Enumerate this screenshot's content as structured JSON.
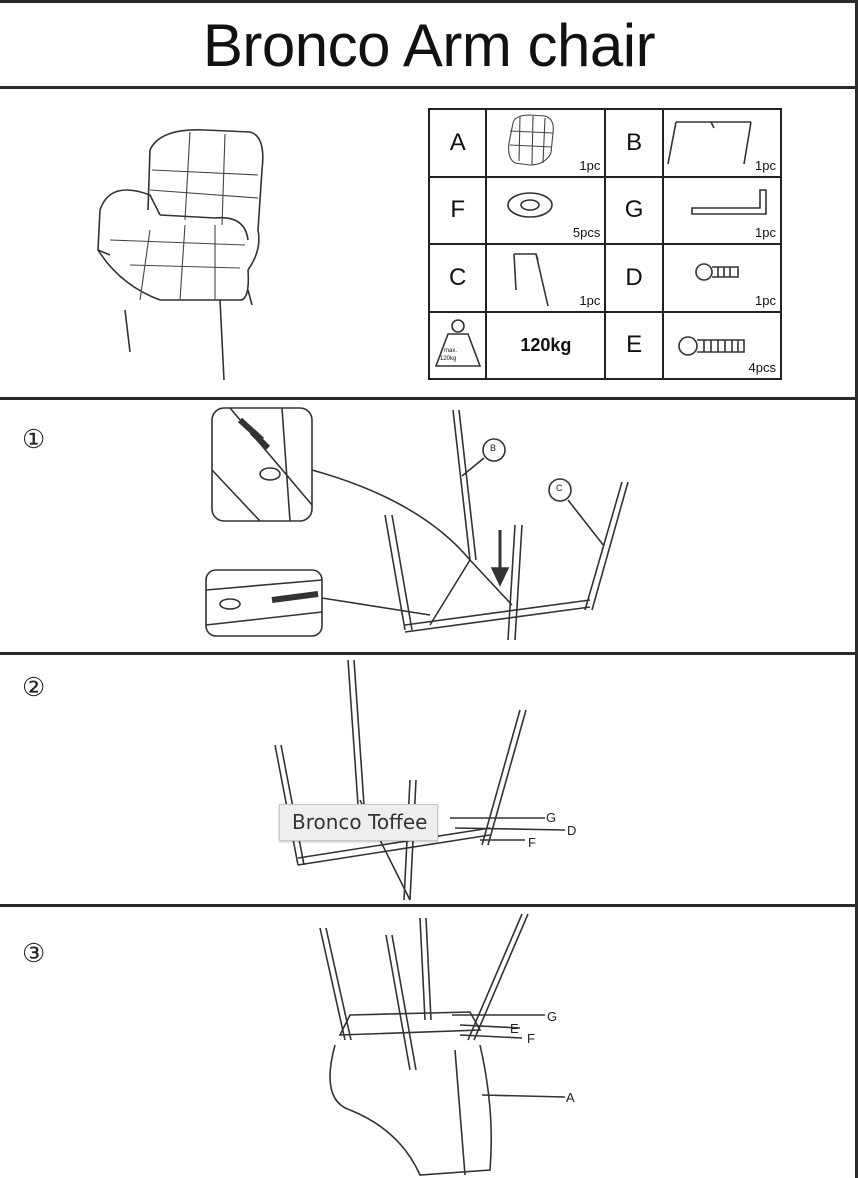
{
  "title": "Bronco Arm chair",
  "parts": {
    "rows": [
      [
        {
          "letter": "A",
          "qty": "1pc",
          "icon": "seat-icon"
        },
        {
          "letter": "B",
          "qty": "1pc",
          "icon": "leg-frame-b-icon"
        }
      ],
      [
        {
          "letter": "F",
          "qty": "5pcs",
          "icon": "washer-icon"
        },
        {
          "letter": "G",
          "qty": "1pc",
          "icon": "allen-key-icon"
        }
      ],
      [
        {
          "letter": "C",
          "qty": "1pc",
          "icon": "leg-frame-c-icon"
        },
        {
          "letter": "D",
          "qty": "1pc",
          "icon": "short-bolt-icon"
        }
      ],
      [
        {
          "letter": "",
          "qty": "",
          "icon": "max-weight-icon"
        },
        {
          "letter": "E",
          "qty": "4pcs",
          "icon": "long-bolt-icon"
        }
      ]
    ],
    "max_weight": "120kg",
    "weight_icon_text": [
      "max.",
      "120kg"
    ]
  },
  "steps": [
    {
      "number": "①",
      "labels": [
        "B",
        "C"
      ]
    },
    {
      "number": "②",
      "labels": [
        "G",
        "D",
        "F"
      ]
    },
    {
      "number": "③",
      "labels": [
        "G",
        "E",
        "F",
        "A"
      ]
    }
  ],
  "tooltip": "Bronco Toffee"
}
